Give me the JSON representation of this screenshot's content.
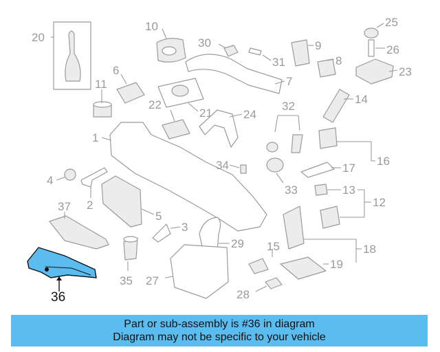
{
  "diagram": {
    "labels": {
      "l1": "1",
      "l2": "2",
      "l3": "3",
      "l4": "4",
      "l5": "5",
      "l6": "6",
      "l7": "7",
      "l8": "8",
      "l9": "9",
      "l10": "10",
      "l11": "11",
      "l12": "12",
      "l13": "13",
      "l14": "14",
      "l15": "15",
      "l16": "16",
      "l17": "17",
      "l18": "18",
      "l19": "19",
      "l20": "20",
      "l21": "21",
      "l22": "22",
      "l23": "23",
      "l24": "24",
      "l25": "25",
      "l26": "26",
      "l27": "27",
      "l28": "28",
      "l29": "29",
      "l30": "30",
      "l31": "31",
      "l32": "32",
      "l33": "33",
      "l34": "34",
      "l35": "35",
      "l36": "36",
      "l37": "37"
    },
    "highlight_color": "#5bbcef"
  },
  "banner": {
    "line1": "Part or sub-assembly is #36 in diagram",
    "line2": "Diagram may not be specific to your vehicle",
    "color": "#5bbcef"
  }
}
